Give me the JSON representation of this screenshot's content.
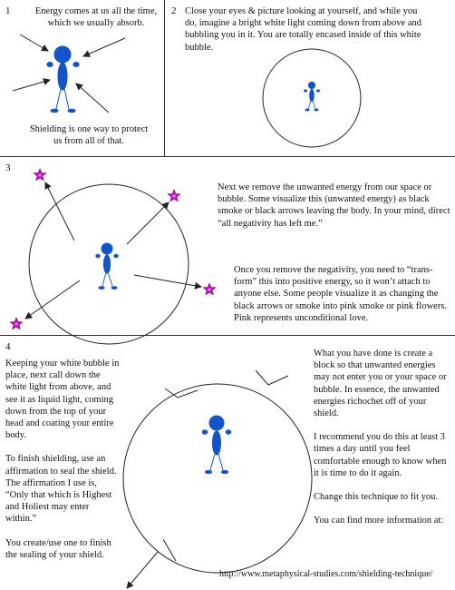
{
  "panels": [
    {
      "number": "1",
      "text_top": "Energy comes at us all the time, which we usually absorb.",
      "text_bottom": "Shielding is one way to protect us from all of that."
    },
    {
      "number": "2",
      "text": "Close your eyes & picture looking at yourself, and while you do, imagine a bright white light coming down from above and bubbling you in it. You are totally encased inside of this white bubble."
    },
    {
      "number": "3",
      "text_top": "Next we remove the unwanted energy from our space or bubble. Some visualize this (unwanted energy) as black smoke or black arrows leaving the body. In your mind, direct “all negativity has left me.”",
      "text_bottom": "Once you remove the negativity, you need to “trans-form” this into positive energy, so it won’t attach to anyone else. Some people visualize it as changing the black arrows or smoke into pink smoke or pink flowers. Pink represents unconditional love."
    },
    {
      "number": "4",
      "left_para1": "Keeping your white bubble in place, next call down the white light from above, and see it as liquid light, coming down from the top of your head and coating your entire body.",
      "left_para2": "To finish shielding, use an affirmation to seal the shield. The affirmation I use is, “Only that which is Highest and Holiest may enter within.”",
      "left_para3": "You create/use one to finish the sealing of your shield.",
      "right_para1": "What you have done is create a block so that unwanted energies may not enter you or your space or bubble. In essence, the unwanted energies richochet off of your shield.",
      "right_para2": "I recommend you do this at least 3 times a day until you feel comfortable enough to know when it is time to do it again.",
      "right_para3": "Change this technique to fit you.",
      "right_para4": "You can find more information at:",
      "url": "http://www.metaphysical-studies.com/shielding-technique/"
    }
  ],
  "colors": {
    "figure": "#1155cc",
    "flower": "#cc00cc",
    "line": "#333333"
  },
  "icons": [
    "stick-figure-icon",
    "pink-flower-icon",
    "arrow-icon"
  ]
}
